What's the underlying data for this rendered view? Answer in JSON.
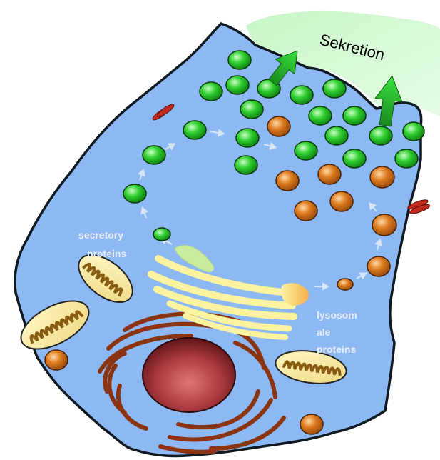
{
  "labels": {
    "secretion": "Sekretion",
    "secretory_line1": "secretory",
    "secretory_line2": "proteins",
    "lysosomal_line1": "lysosom",
    "lysosomal_line2": "ale",
    "lysosomal_line3": "proteins"
  },
  "colors": {
    "cytoplasm": "#8cb8f3",
    "outline": "#101820",
    "secretory_vesicle": "#1fb51f",
    "lysosomal_vesicle": "#d9741a",
    "secretion_zone": "#b4f2b4",
    "nucleus": "#a83a3e",
    "er": "#8a3412",
    "golgi": "#fbf3a0",
    "label_text": "#e8eef8"
  }
}
